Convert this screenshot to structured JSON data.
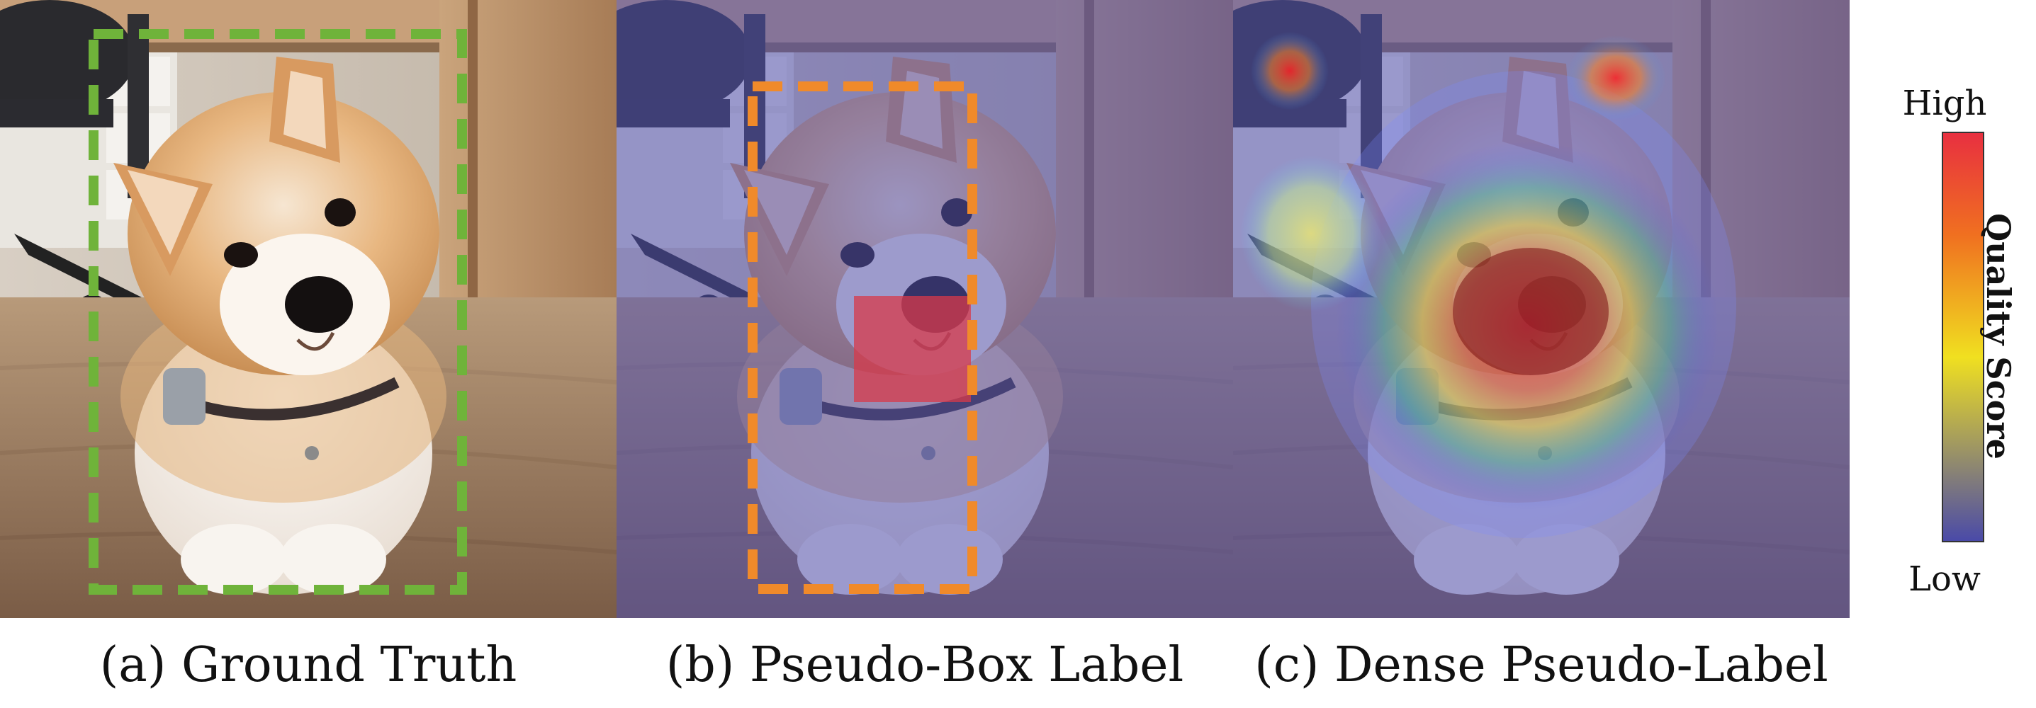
{
  "panels": [
    {
      "caption": "(a) Ground Truth"
    },
    {
      "caption": "(b) Pseudo-Box Label"
    },
    {
      "caption": "(c) Dense Pseudo-Label"
    }
  ],
  "colorbar": {
    "title": "Quality Score",
    "high_label": "High",
    "low_label": "Low",
    "colors": [
      "#4a4aa8",
      "#f0e020",
      "#f07020",
      "#e83040"
    ]
  },
  "colors": {
    "ground_truth_box": "#6fb33a",
    "pseudo_box": "#f08a2a",
    "pseudo_box_fill": "#d83a4a",
    "low_quality_tint": "#5050b0"
  }
}
